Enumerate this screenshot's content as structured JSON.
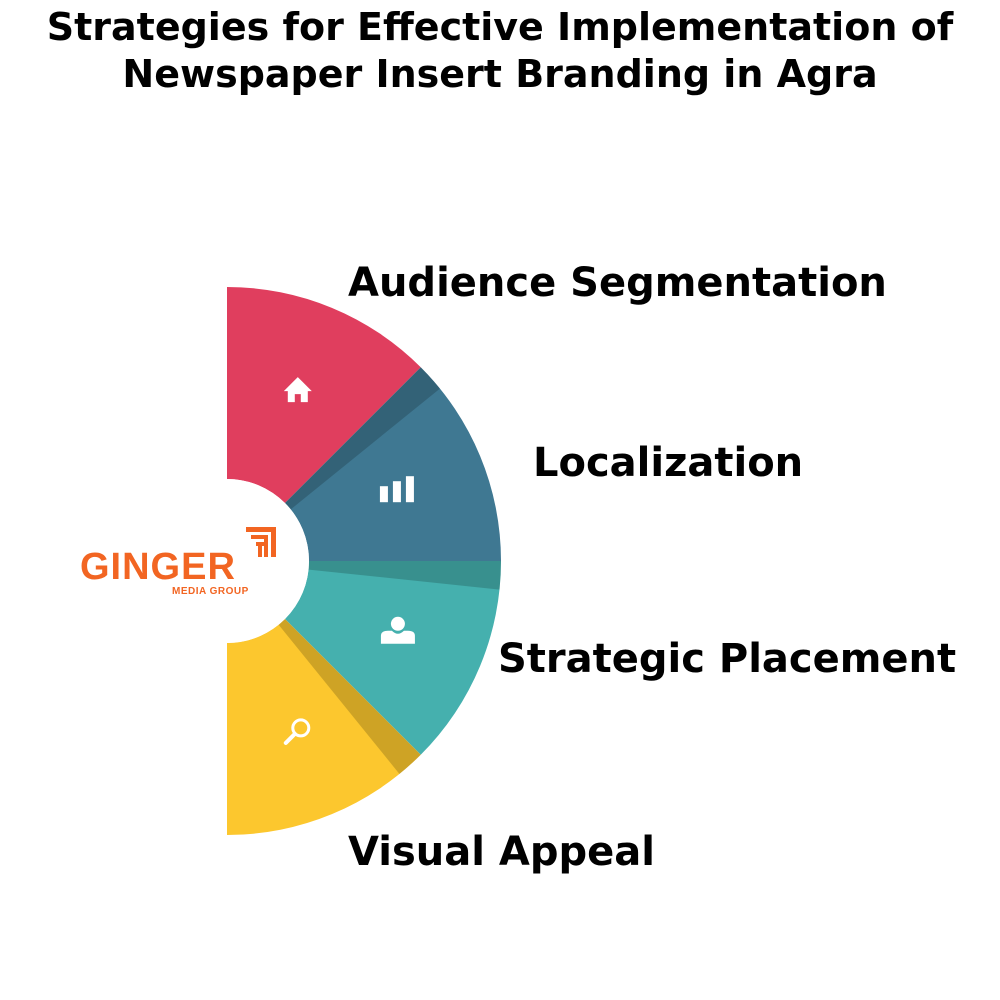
{
  "title": {
    "line1": "Strategies for Effective Implementation of",
    "line2": "Newspaper Insert Branding in Agra"
  },
  "segments": [
    {
      "label": "Audience Segmentation",
      "icon": "home-icon",
      "color": "#E03E5E"
    },
    {
      "label": "Localization",
      "icon": "bar-chart-icon",
      "color": "#3F7892"
    },
    {
      "label": "Strategic Placement",
      "icon": "user-icon",
      "color": "#45B0AE"
    },
    {
      "label": "Visual Appeal",
      "icon": "search-icon",
      "color": "#FCC72E"
    }
  ],
  "logo": {
    "name": "GINGER",
    "tagline": "MEDIA GROUP",
    "color": "#F26522"
  }
}
